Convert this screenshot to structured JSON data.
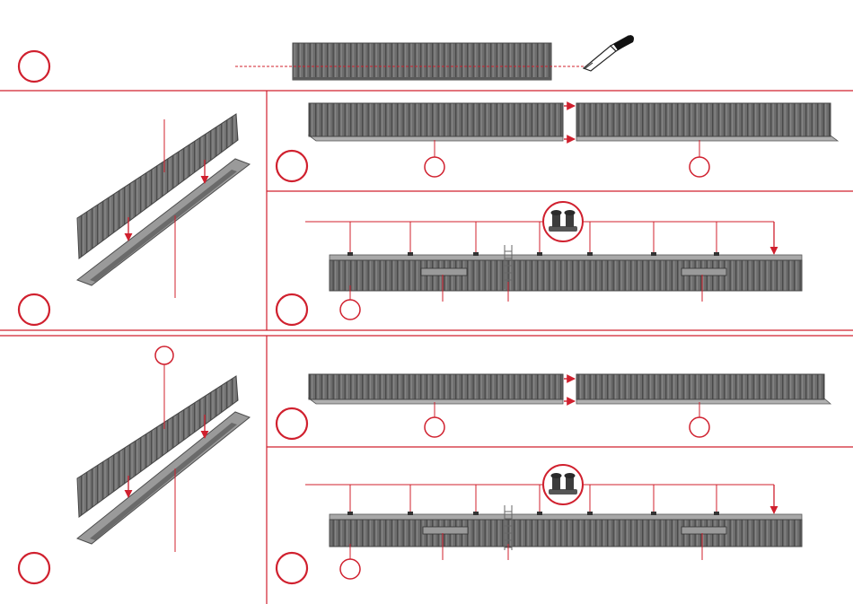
{
  "page": {
    "background": "#ffffff",
    "accent_color": "#d0202e",
    "part_color": "#6f6f6f",
    "part_dark": "#505050",
    "part_light": "#b4b4b4",
    "rod_color": "#8a8a8a"
  },
  "steps": [
    {
      "id": "cut-off-base",
      "tools": [
        "craft-knife-icon"
      ],
      "parts": [
        "wall-panel"
      ]
    },
    {
      "id": "attach-wall-to-base",
      "parts": [
        "wall-panel",
        "base-strip"
      ]
    },
    {
      "id": "join-long-walls",
      "parts": [
        "wall-left",
        "wall-right"
      ]
    },
    {
      "id": "fit-bollards-ladder-fenders",
      "parts": [
        "bollard",
        "ladder",
        "fender"
      ],
      "bollard_count": 7
    },
    {
      "id": "attach-wall-to-base-variant",
      "parts": [
        "wall-panel",
        "base-strip"
      ]
    },
    {
      "id": "join-long-walls-variant",
      "parts": [
        "wall-left",
        "wall-right"
      ]
    },
    {
      "id": "fit-bollards-ladder-fenders-variant",
      "parts": [
        "bollard",
        "ladder",
        "fender"
      ],
      "bollard_count": 7
    }
  ],
  "icons": [
    "craft-knife-icon",
    "bollard-icon",
    "ladder-icon",
    "joint-arrow-icon"
  ]
}
